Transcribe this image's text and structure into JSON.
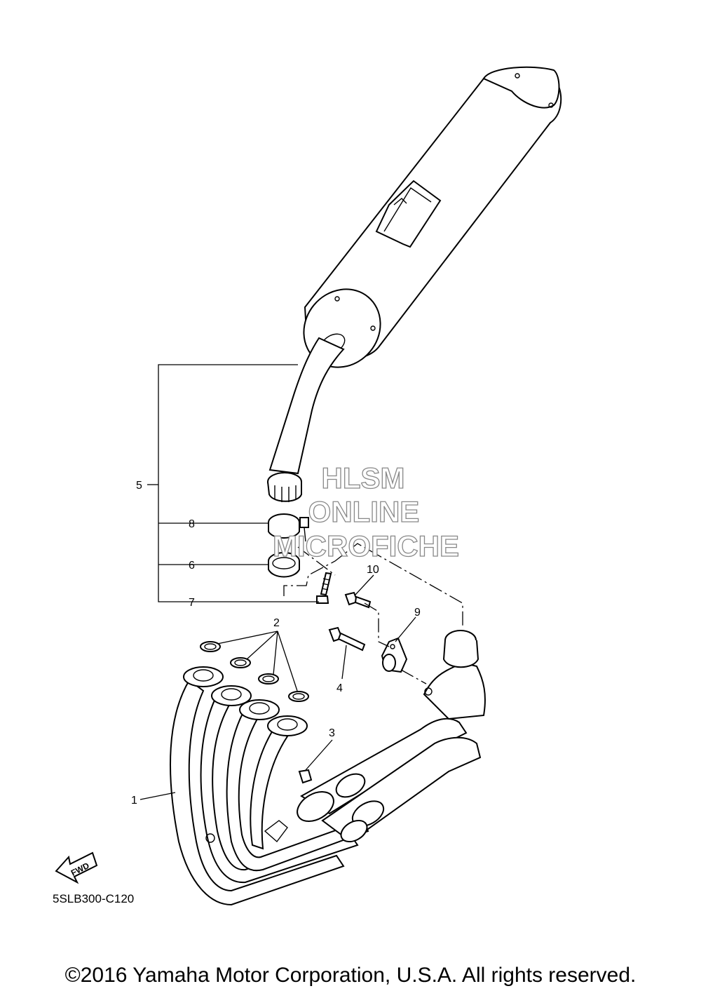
{
  "diagram": {
    "callouts": [
      {
        "id": "1",
        "label": "1"
      },
      {
        "id": "2",
        "label": "2"
      },
      {
        "id": "3",
        "label": "3"
      },
      {
        "id": "4",
        "label": "4"
      },
      {
        "id": "5",
        "label": "5"
      },
      {
        "id": "6",
        "label": "6"
      },
      {
        "id": "7",
        "label": "7"
      },
      {
        "id": "8",
        "label": "8"
      },
      {
        "id": "9",
        "label": "9"
      },
      {
        "id": "10",
        "label": "10"
      }
    ],
    "watermark": {
      "line1": "HLSM",
      "line2": "ONLINE",
      "line3": "MICROFICHE"
    },
    "fwd_label": "FWD",
    "drawing_code": "5SLB300-C120"
  },
  "footer": {
    "copyright": "©2016 Yamaha Motor Corporation, U.S.A. All rights reserved."
  }
}
